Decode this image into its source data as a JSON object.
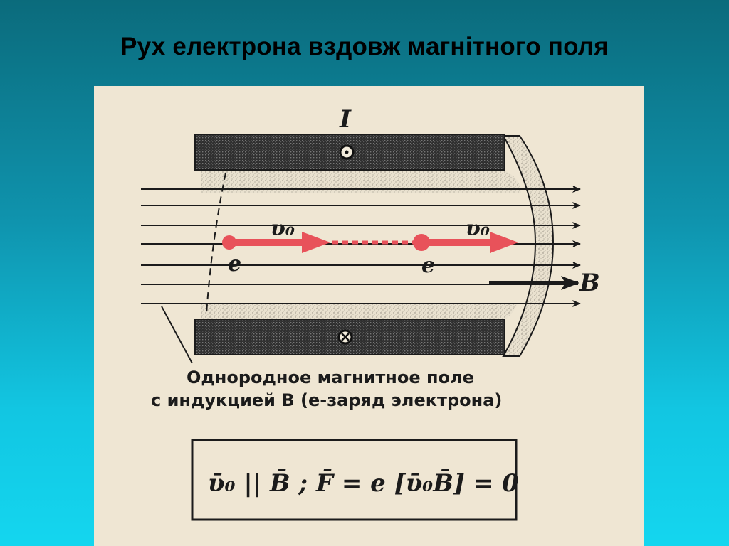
{
  "slide": {
    "title": "Рух електрона вздовж магнітного поля"
  },
  "figure": {
    "current_label": "I",
    "velocity_label_1": "υ₀",
    "velocity_label_2": "υ₀",
    "charge_label_1": "e",
    "charge_label_2": "e",
    "field_label": "B",
    "caption_line1": "Однородное магнитное поле",
    "caption_line2": "с индукцией B (e-заряд электрона)",
    "formula": "ῡ₀ || B̄ ; F̄ = e [ῡ₀B̄] = 0",
    "colors": {
      "background_top": "#0b6b7c",
      "background_bottom": "#14d6ef",
      "paper": "#efe6d3",
      "electron_arrow": "#e8525a",
      "coil": "#2a2a2a"
    },
    "icons": {
      "current_out": "circle-dot-icon",
      "current_in": "circle-cross-icon"
    }
  }
}
